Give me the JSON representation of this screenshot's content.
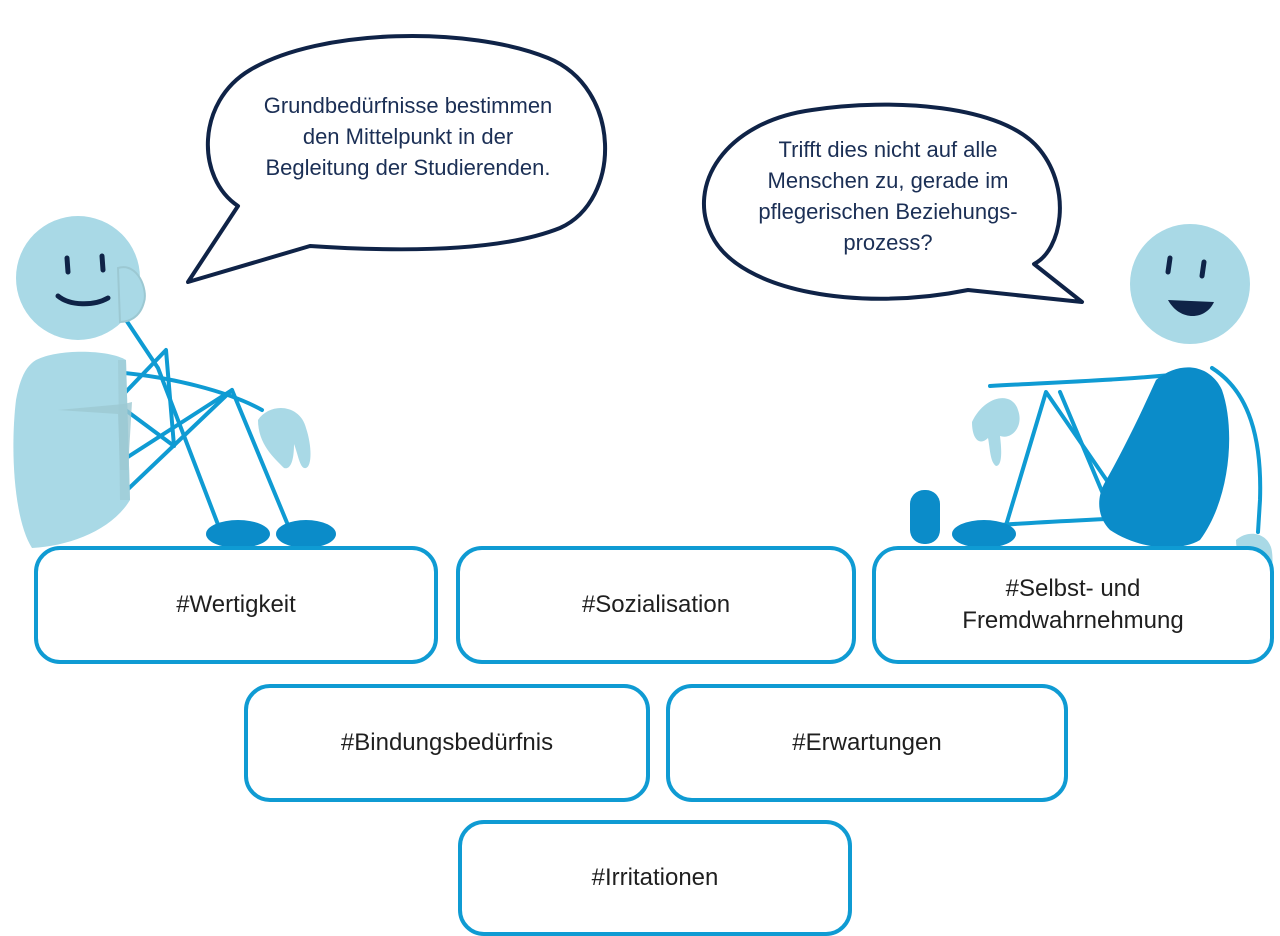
{
  "speech_left": {
    "lines": [
      "Grundbedürfnisse bestimmen",
      "den Mittelpunkt in der",
      "Begleitung der Studierenden."
    ]
  },
  "speech_right": {
    "lines": [
      "Trifft dies nicht auf alle",
      "Menschen zu, gerade im",
      "pflegerischen Beziehungs-",
      "prozess?"
    ]
  },
  "tags": {
    "wertigkeit": "#Wertigkeit",
    "sozialisation": "#Sozialisation",
    "selbst_line1": "#Selbst- und",
    "selbst_line2": "Fremdwahrnehmung",
    "bindungsbeduerfnis": "#Bindungsbedürfnis",
    "erwartungen": "#Erwartungen",
    "irritationen": "#Irritationen"
  },
  "colors": {
    "bubble_outline": "#0f2347",
    "text_dark": "#1b2f55",
    "tag_border": "#0f9bd3",
    "figure_light": "#a9d9e6",
    "figure_mid": "#0f9bd3",
    "figure_dark": "#0b8cc9"
  },
  "icons": [
    "left-person-illustration",
    "right-person-illustration"
  ]
}
